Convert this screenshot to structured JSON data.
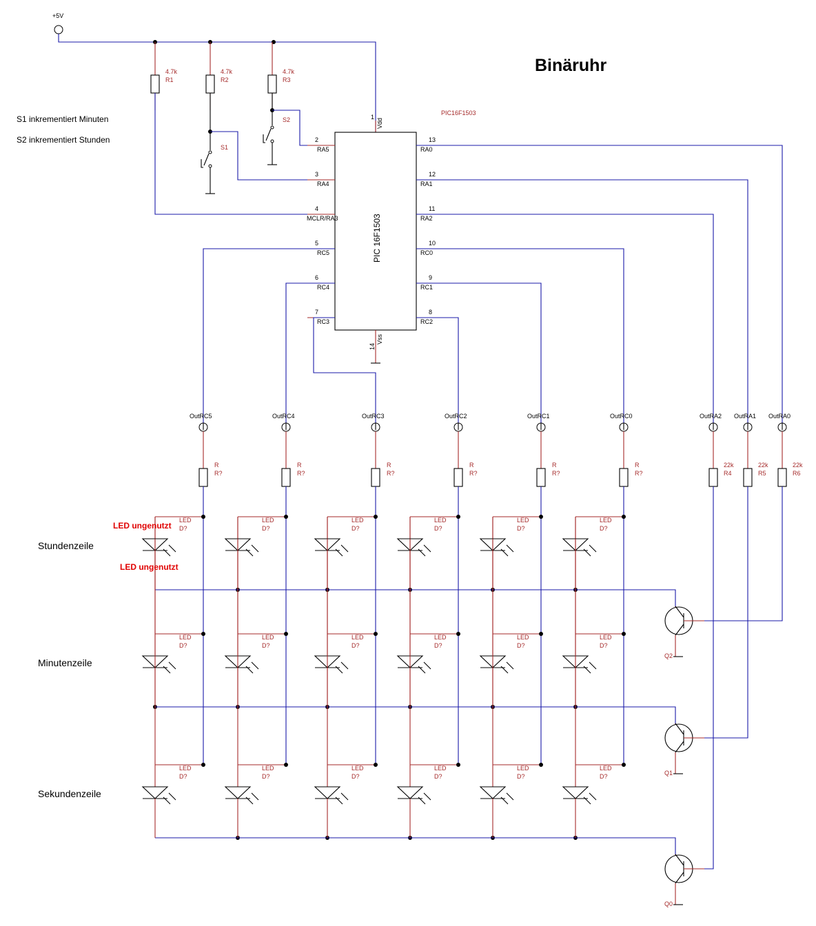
{
  "title": "Binäruhr",
  "supply": "+5V",
  "notes": [
    "S1 inkrementiert Minuten",
    "S2 inkrementiert Stunden"
  ],
  "mcu": {
    "part": "PIC16F1503",
    "body": "PIC 16F1503",
    "vdd": {
      "num": "1",
      "name": "Vdd"
    },
    "vss": {
      "num": "14",
      "name": "Vss"
    },
    "left_pins": [
      {
        "num": "2",
        "name": "RA5"
      },
      {
        "num": "3",
        "name": "RA4"
      },
      {
        "num": "4",
        "name": "MCLR/RA3"
      },
      {
        "num": "5",
        "name": "RC5"
      },
      {
        "num": "6",
        "name": "RC4"
      },
      {
        "num": "7",
        "name": "RC3"
      }
    ],
    "right_pins": [
      {
        "num": "13",
        "name": "RA0"
      },
      {
        "num": "12",
        "name": "RA1"
      },
      {
        "num": "11",
        "name": "RA2"
      },
      {
        "num": "10",
        "name": "RC0"
      },
      {
        "num": "9",
        "name": "RC1"
      },
      {
        "num": "8",
        "name": "RC2"
      }
    ]
  },
  "pullups": [
    {
      "value": "4.7k",
      "ref": "R1"
    },
    {
      "value": "4.7k",
      "ref": "R2"
    },
    {
      "value": "4.7k",
      "ref": "R3"
    }
  ],
  "switches": [
    {
      "ref": "S1"
    },
    {
      "ref": "S2"
    }
  ],
  "outputs": [
    "OutRC5",
    "OutRC4",
    "OutRC3",
    "OutRC2",
    "OutRC1",
    "OutRC0",
    "OutRA2",
    "OutRA1",
    "OutRA0"
  ],
  "col_resistor": {
    "value": "R",
    "ref": "R?"
  },
  "base_resistors": [
    {
      "value": "22k",
      "ref": "R4"
    },
    {
      "value": "22k",
      "ref": "R5"
    },
    {
      "value": "22k",
      "ref": "R6"
    }
  ],
  "led": {
    "value": "LED",
    "ref": "D?"
  },
  "rows": [
    "Stundenzeile",
    "Minutenzeile",
    "Sekundenzeile"
  ],
  "transistors": [
    "Q2",
    "Q1",
    "Q0"
  ],
  "unused_led_label": "LED ungenutzt"
}
